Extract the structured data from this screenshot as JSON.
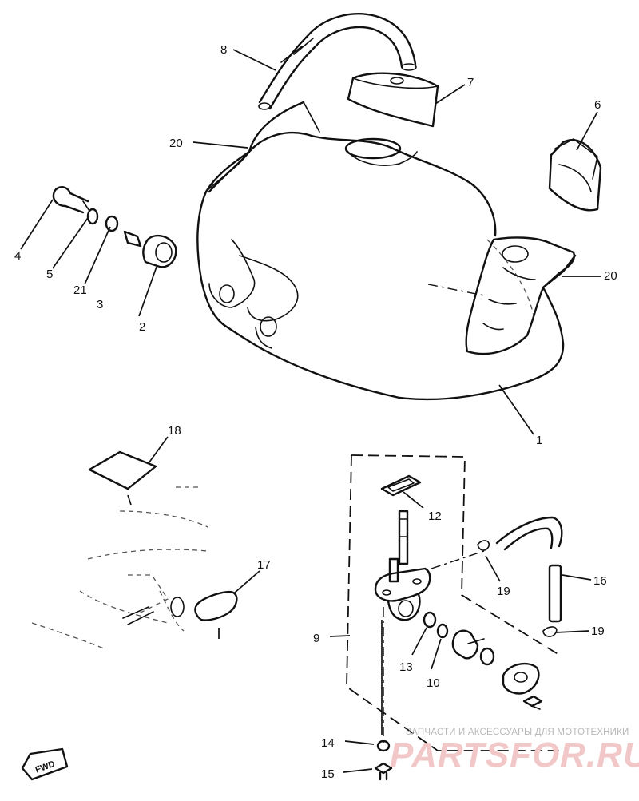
{
  "labels": {
    "l1": "1",
    "l2": "2",
    "l3": "3",
    "l4": "4",
    "l5": "5",
    "l6": "6",
    "l7": "7",
    "l8": "8",
    "l9": "9",
    "l10": "10",
    "l12": "12",
    "l13": "13",
    "l14": "14",
    "l15": "15",
    "l16": "16",
    "l17": "17",
    "l18": "18",
    "l19a": "19",
    "l19b": "19",
    "l20a": "20",
    "l20b": "20",
    "l21": "21"
  },
  "fwd_badge": "FWD",
  "watermark": {
    "tagline": "ЗАПЧАСТИ И АКСЕССУАРЫ ДЛЯ МОТОТЕХНИКИ",
    "brand": "PARTSFOR.RU"
  }
}
